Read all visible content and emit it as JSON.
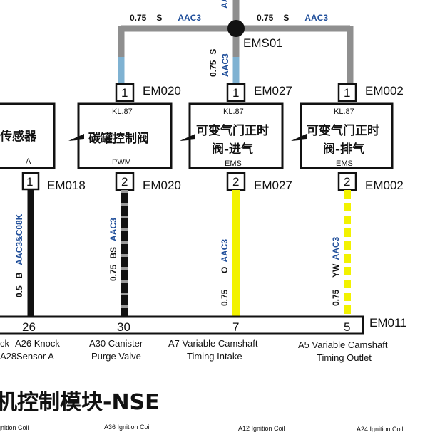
{
  "colors": {
    "gray_wire": "#8f8f8f",
    "blue_wire": "#7fb2d2",
    "yellow_wire": "#f2f200",
    "black": "#111111",
    "label_blue": "#1f4e9a"
  },
  "top": {
    "top_wire_partial": "AA",
    "left_branch": {
      "gauge": "0.75",
      "color": "S",
      "circuit": "AAC3"
    },
    "right_branch": {
      "gauge": "0.75",
      "color": "S",
      "circuit": "AAC3"
    },
    "center_branch": {
      "gauge": "0.75",
      "color": "S",
      "circuit": "AAC3"
    },
    "splice_label": "EMS01"
  },
  "components": [
    {
      "name": "传感器",
      "label_bottom": "A",
      "pin_top": null,
      "connector_top": null,
      "pin_bottom": "1",
      "connector_bottom": "EM018"
    },
    {
      "name": "碳罐控制阀",
      "label_top": "KL.87",
      "label_bottom": "PWM",
      "pin_top": "1",
      "connector_top": "EM020",
      "pin_bottom": "2",
      "connector_bottom": "EM020"
    },
    {
      "name_line1": "可变气门正时",
      "name_line2": "阀-进气",
      "label_top": "KL.87",
      "label_bottom": "EMS",
      "pin_top": "1",
      "connector_top": "EM027",
      "pin_bottom": "2",
      "connector_bottom": "EM027"
    },
    {
      "name_line1": "可变气门正时",
      "name_line2": "阀-排气",
      "label_top": "KL.87",
      "label_bottom": "EMS",
      "pin_top": "1",
      "connector_top": "EM002",
      "pin_bottom": "2",
      "connector_bottom": "EM002"
    }
  ],
  "lower_wires": [
    {
      "gauge": "0.5",
      "color": "B",
      "circuit": "AAC3&C08K"
    },
    {
      "gauge": "0.75",
      "color": "BS",
      "circuit": "AAC3"
    },
    {
      "gauge": "0.75",
      "color": "O",
      "circuit": "AAC3"
    },
    {
      "gauge": "0.75",
      "color": "YW",
      "circuit": "AAC3"
    }
  ],
  "ecu": {
    "connector": "EM011",
    "pins": [
      {
        "number": "26",
        "func_line1": "A26 Knock",
        "func_line2": "Sensor A"
      },
      {
        "number": "30",
        "func_line1": "A30 Canister",
        "func_line2": "Purge Valve"
      },
      {
        "number": "7",
        "func_line1": "A7 Variable Camshaft",
        "func_line2": "Timing Intake"
      },
      {
        "number": "5",
        "func_line1": "A5 Variable Camshaft",
        "func_line2": "Timing Outlet"
      }
    ],
    "left_partial_line1": "ck",
    "left_partial_line2": "A28",
    "module_title": "机控制模块-NSE",
    "ignition_labels": [
      "gnition Coil",
      "A36 Ignition Coil",
      "A12 Ignition Coil",
      "A24 Ignition Coil"
    ]
  }
}
